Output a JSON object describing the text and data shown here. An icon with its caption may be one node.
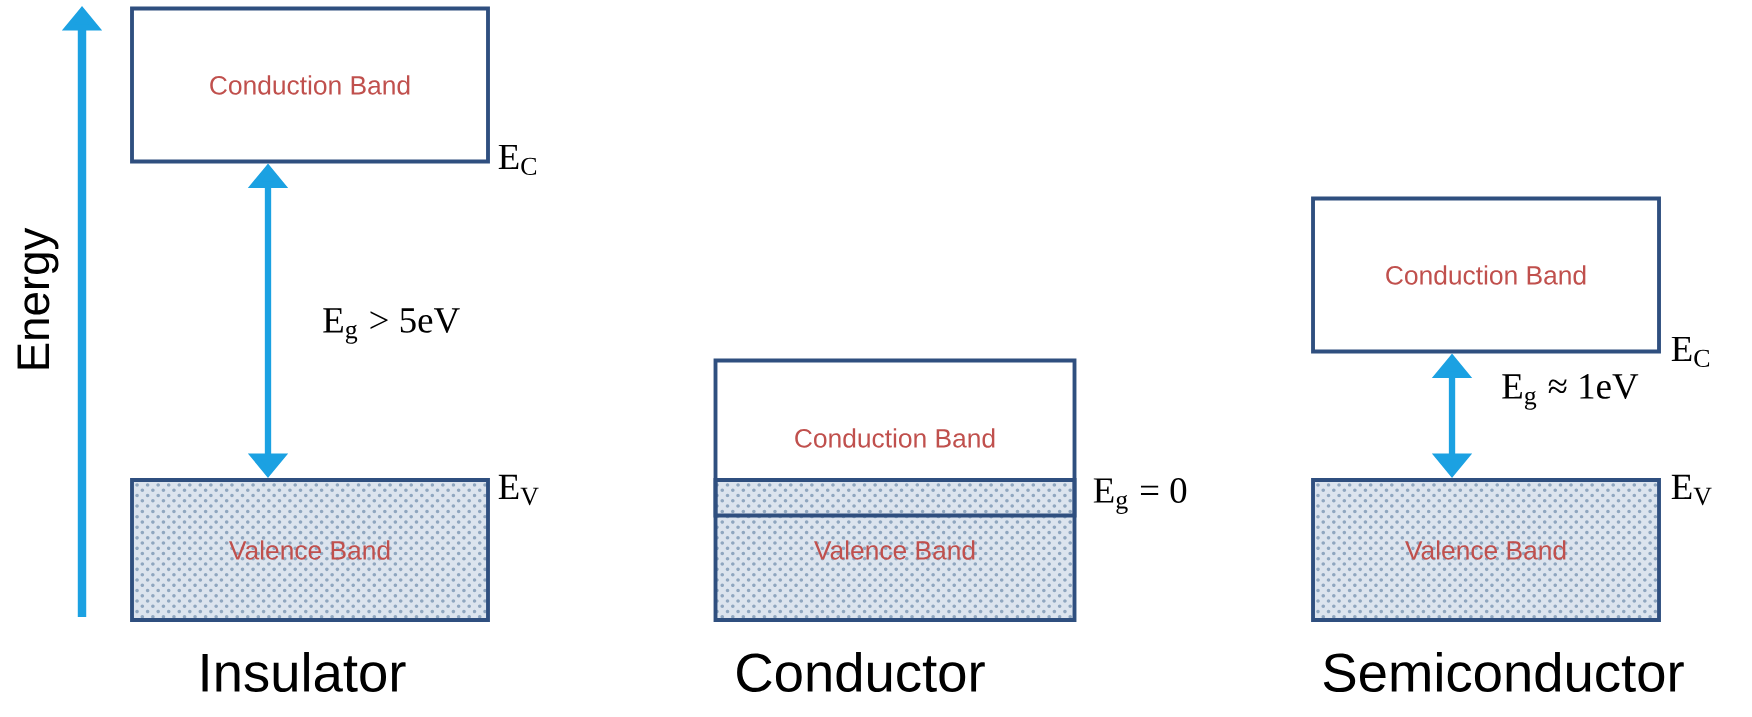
{
  "diagram": {
    "nodes": [
      {
        "text": [
          "Conduction Band"
        ],
        "beside": [
          "E$_{C}$"
        ]
      },
      {
        "text": [
          "Valence Band"
        ],
        "beside": [
          "E$_{V}$"
        ]
      },
      {
        "text": [
          "Conduction Band"
        ]
      },
      {
        "text": [
          "Valence Band"
        ]
      },
      {
        "text": [
          "Conduction Band"
        ],
        "beside": [
          "E$_{C}$"
        ]
      },
      {
        "text": [
          "Valence Band"
        ],
        "beside": [
          "E$_{V}$"
        ]
      }
    ],
    "edges": [
      {
        "from": 0,
        "to": 1,
        "arrow": "both",
        "label": "E$_{g}$ > 5eV"
      },
      {
        "from": 4,
        "to": 5,
        "arrow": "both",
        "label": "E$_{g}$ ≈ 1eV"
      }
    ],
    "labels": [
      "Energy",
      "E$_{g}$ = 0",
      "Insulator",
      "Conductor",
      "Semiconductor"
    ]
  }
}
